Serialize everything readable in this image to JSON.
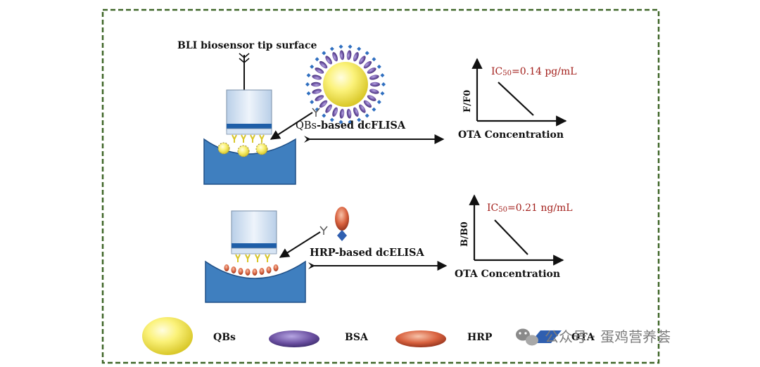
{
  "tip_label": "BLI biosensor tip surface",
  "top_method": {
    "label_prefix": "QBs",
    "label_suffix": "-based dcFLISA",
    "ic50": "IC50=0.14 pg/mL",
    "y_axis": "F/F0",
    "x_axis": "OTA Concentration"
  },
  "bottom_method": {
    "label": "HRP-based dcELISA",
    "ic50": "IC50=0.21 ng/mL",
    "y_axis": "B/B0",
    "x_axis": "OTA Concentration"
  },
  "legend": [
    {
      "label": "QBs",
      "icon": "qb-ellipse-icon"
    },
    {
      "label": "BSA",
      "icon": "bsa-ellipse-icon"
    },
    {
      "label": "HRP",
      "icon": "hrp-ellipse-icon"
    },
    {
      "label": "OTA",
      "icon": "ota-parallelogram-icon"
    }
  ],
  "watermark": "公众号 · 蛋鸡营养荟",
  "colors": {
    "frame": "#3f6628",
    "well": "#3f7fbf",
    "tip": "#d6e4f4",
    "tip_band": "#1e5ea8",
    "qb": "#f6ee5a",
    "bsa": "#6a4fa0",
    "hrp": "#d9623f",
    "ota": "#2f5fb0",
    "label_red": "#a3201c"
  }
}
